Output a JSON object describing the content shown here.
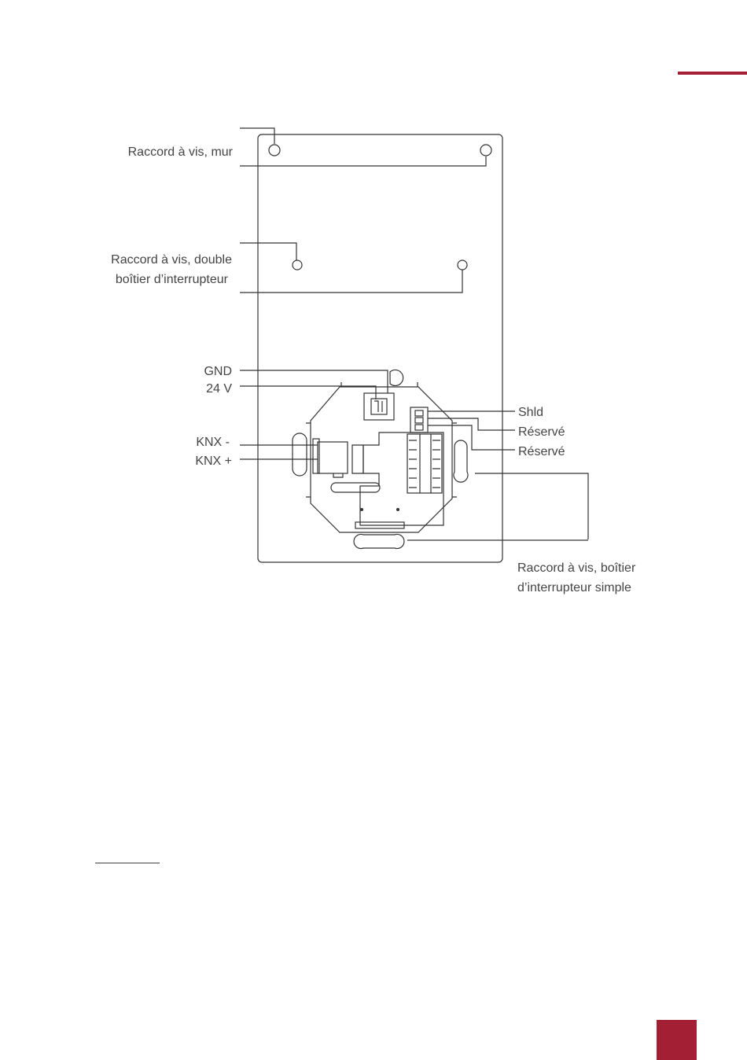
{
  "colors": {
    "accent": "#a31f34",
    "line": "#333333",
    "text": "#444444"
  },
  "labels": {
    "wall_screw": "Raccord à vis, mur",
    "double_box_line1": "Raccord à vis, double",
    "double_box_line2": "boîtier d’interrupteur",
    "gnd": "GND",
    "v24": "24 V",
    "knx_minus": "KNX -",
    "knx_plus": "KNX +",
    "shld": "Shld",
    "reserved_1": "Réservé",
    "reserved_2": "Réservé",
    "single_box_line1": "Raccord à vis, boîtier",
    "single_box_line2": "d’interrupteur simple"
  }
}
